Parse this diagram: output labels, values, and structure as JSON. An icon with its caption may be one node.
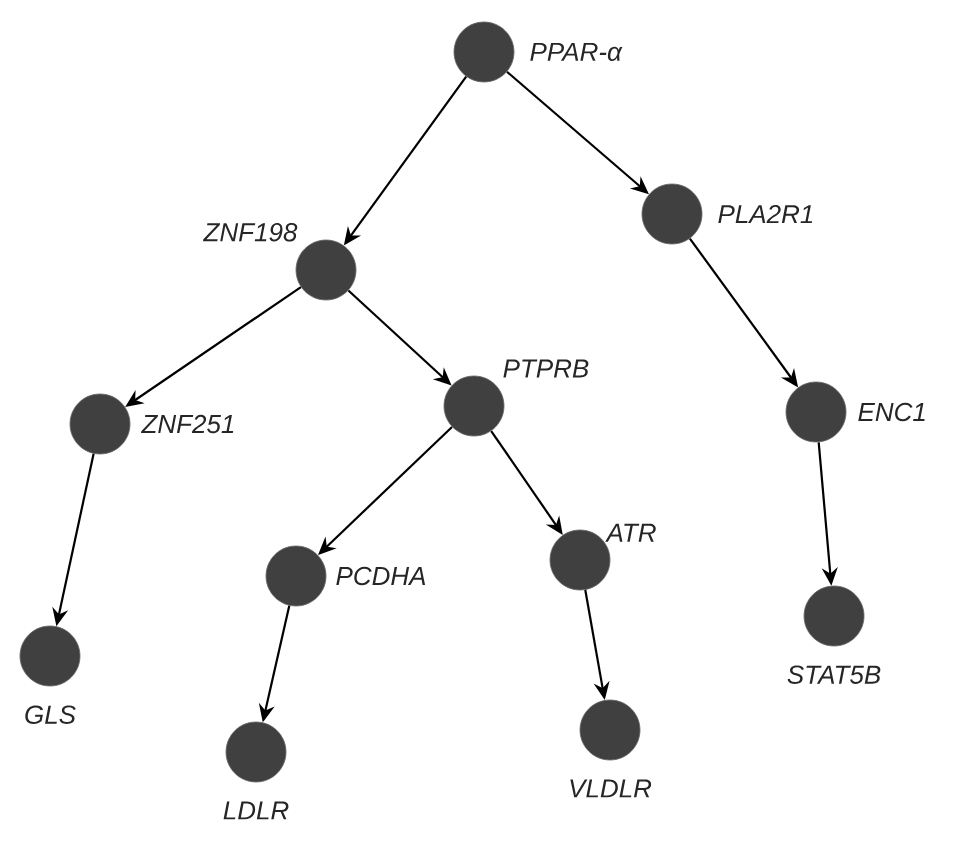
{
  "diagram": {
    "nodes": [
      {
        "text": [
          "PPAR-α"
        ]
      },
      {
        "text": [
          "ZNF198"
        ]
      },
      {
        "text": [
          "PLA2R1"
        ]
      },
      {
        "text": [
          "ZNF251"
        ]
      },
      {
        "text": [
          "PTPRB"
        ]
      },
      {
        "text": [
          "ENC1"
        ]
      },
      {
        "text": [
          "PCDHA"
        ]
      },
      {
        "text": [
          "ATR"
        ]
      },
      {
        "text": [
          "GLS"
        ]
      },
      {
        "text": [
          "STAT5B"
        ]
      },
      {
        "text": [
          "LDLR"
        ]
      },
      {
        "text": [
          "VLDLR"
        ]
      }
    ],
    "edges": [
      {
        "from": 0,
        "to": 1,
        "arrow": "to"
      },
      {
        "from": 0,
        "to": 2,
        "arrow": "to"
      },
      {
        "from": 1,
        "to": 3,
        "arrow": "to"
      },
      {
        "from": 1,
        "to": 4,
        "arrow": "to"
      },
      {
        "from": 2,
        "to": 5,
        "arrow": "to"
      },
      {
        "from": 3,
        "to": 8,
        "arrow": "to"
      },
      {
        "from": 4,
        "to": 6,
        "arrow": "to"
      },
      {
        "from": 4,
        "to": 7,
        "arrow": "to"
      },
      {
        "from": 5,
        "to": 9,
        "arrow": "to"
      },
      {
        "from": 6,
        "to": 10,
        "arrow": "to"
      },
      {
        "from": 7,
        "to": 11,
        "arrow": "to"
      }
    ]
  }
}
